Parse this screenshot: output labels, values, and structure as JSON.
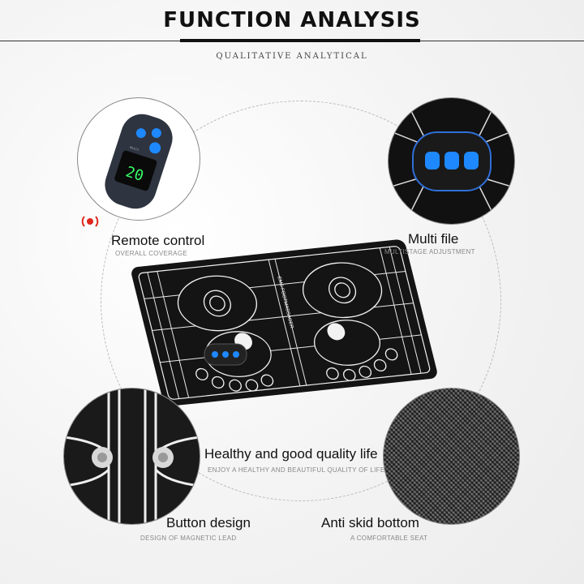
{
  "header": {
    "title": "FUNCTION ANALYSIS",
    "subtitle": "QUALITATIVE ANALYTICAL"
  },
  "product": {
    "mat_brand_text": "EMS FOOTMASSAGER"
  },
  "remote": {
    "display_value": "20",
    "small_label": "MULTI"
  },
  "features": [
    {
      "label": "Remote control",
      "caption": "OVERALL COVERAGE"
    },
    {
      "label": "Multi file",
      "caption": "MULTISTAGE ADJUSTMENT"
    },
    {
      "label": "Healthy and good quality life",
      "caption": "ENJOY A HEALTHY AND BEAUTIFUL QUALITY OF LIFE"
    },
    {
      "label": "Button design",
      "caption": "DESIGN OF MAGNETIC LEAD"
    },
    {
      "label": "Anti skid bottom",
      "caption": "A COMFORTABLE SEAT"
    }
  ],
  "colors": {
    "mat": "#141414",
    "mat_lines": "#f2f2f2",
    "button_blue": "#1e88ff",
    "display_green": "#38ff68",
    "signal_red": "#e0261c"
  }
}
